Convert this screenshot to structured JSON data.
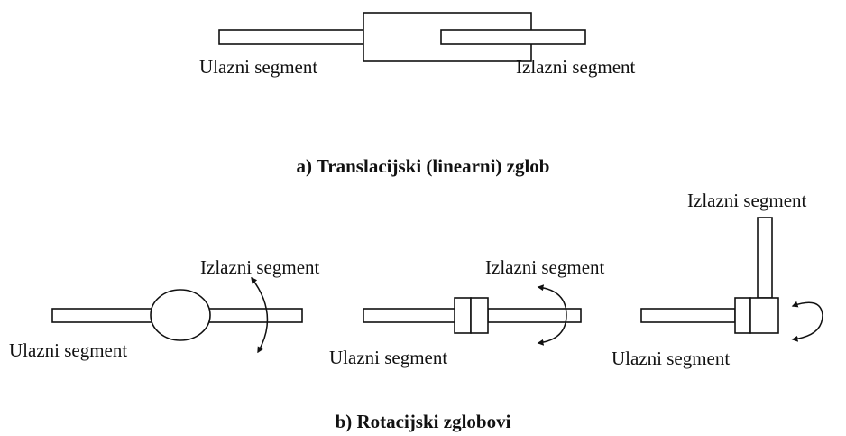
{
  "translational": {
    "input_label": "Ulazni segment",
    "output_label": "Izlazni segment",
    "caption": "a) Translacijski (linearni) zglob"
  },
  "rotational": {
    "joint1": {
      "input_label": "Ulazni segment",
      "output_label": "Izlazni segment"
    },
    "joint2": {
      "input_label": "Ulazni segment",
      "output_label": "Izlazni segment"
    },
    "joint3": {
      "input_label": "Ulazni segment",
      "output_label": "Izlazni segment"
    },
    "caption": "b) Rotacijski zglobovi"
  }
}
